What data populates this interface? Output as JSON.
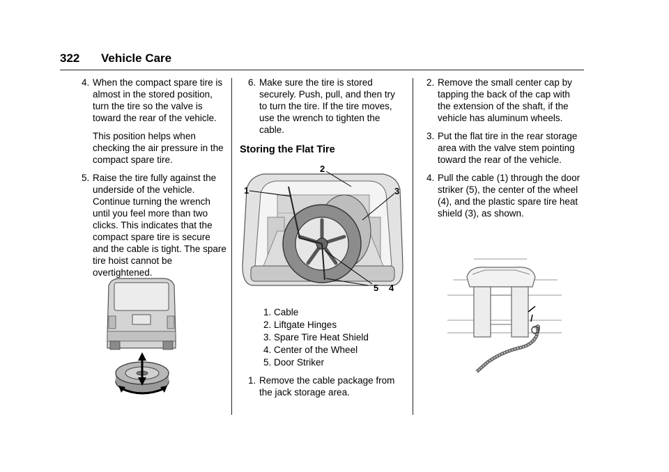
{
  "header": {
    "page_number": "322",
    "section": "Vehicle Care"
  },
  "col1": {
    "step4_num": "4.",
    "step4_text": "When the compact spare tire is almost in the stored position, turn the tire so the valve is toward the rear of the vehicle.",
    "step4_note": "This position helps when checking the air pressure in the compact spare tire.",
    "step5_num": "5.",
    "step5_text": "Raise the tire fully against the underside of the vehicle. Continue turning the wrench until you feel more than two clicks. This indicates that the compact spare tire is secure and the cable is tight. The spare tire hoist cannot be overtightened."
  },
  "col2": {
    "step6_num": "6.",
    "step6_text": "Make sure the tire is stored securely. Push, pull, and then try to turn the tire. If the tire moves, use the wrench to tighten the cable.",
    "heading": "Storing the Flat Tire",
    "callouts": [
      "1",
      "2",
      "3",
      "4",
      "5"
    ],
    "legend": [
      "1. Cable",
      "2. Liftgate Hinges",
      "3. Spare Tire Heat Shield",
      "4. Center of the Wheel",
      "5. Door Striker"
    ],
    "step1_num": "1.",
    "step1_text": "Remove the cable package from the jack storage area."
  },
  "col3": {
    "step2_num": "2.",
    "step2_text": "Remove the small center cap by tapping the back of the cap with the extension of the shaft, if the vehicle has aluminum wheels.",
    "step3_num": "3.",
    "step3_text": "Put the flat tire in the rear storage area with the valve stem pointing toward the rear of the vehicle.",
    "step4_num": "4.",
    "step4_text": "Pull the cable (1) through the door striker (5), the center of the wheel (4), and the plastic spare tire heat shield (3), as shown."
  }
}
